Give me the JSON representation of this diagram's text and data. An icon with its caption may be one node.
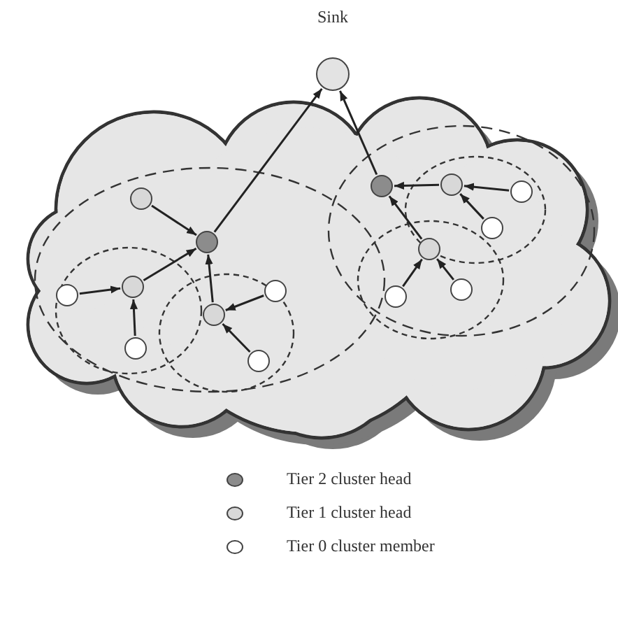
{
  "diagram": {
    "nodes": [
      {
        "text": [
          "Sink"
        ]
      },
      {
        "text": [],
        "shape": "circle"
      },
      {
        "text": [],
        "shape": "circle"
      },
      {
        "text": [],
        "shape": "circle"
      },
      {
        "text": [],
        "shape": "circle"
      },
      {
        "text": [],
        "shape": "circle"
      },
      {
        "text": [],
        "shape": "circle"
      },
      {
        "text": [],
        "shape": "circle"
      },
      {
        "text": [],
        "shape": "circle"
      },
      {
        "text": [],
        "shape": "circle"
      },
      {
        "text": [],
        "shape": "circle"
      },
      {
        "text": [],
        "shape": "circle"
      },
      {
        "text": [],
        "shape": "circle"
      },
      {
        "text": [],
        "shape": "circle"
      },
      {
        "text": [],
        "shape": "circle"
      },
      {
        "text": [],
        "shape": "circle"
      }
    ],
    "edges": [
      {
        "from": 1,
        "to": 0,
        "arrow": "to"
      },
      {
        "from": 9,
        "to": 0,
        "arrow": "to"
      },
      {
        "from": 2,
        "to": 1,
        "arrow": "to"
      },
      {
        "from": 3,
        "to": 1,
        "arrow": "to"
      },
      {
        "from": 4,
        "to": 3,
        "arrow": "to"
      },
      {
        "from": 5,
        "to": 3,
        "arrow": "to"
      },
      {
        "from": 6,
        "to": 1,
        "arrow": "to"
      },
      {
        "from": 7,
        "to": 6,
        "arrow": "to"
      },
      {
        "from": 8,
        "to": 6,
        "arrow": "to"
      },
      {
        "from": 10,
        "to": 9,
        "arrow": "to"
      },
      {
        "from": 11,
        "to": 10,
        "arrow": "to"
      },
      {
        "from": 12,
        "to": 10,
        "arrow": "to"
      },
      {
        "from": 13,
        "to": 9,
        "arrow": "to"
      },
      {
        "from": 14,
        "to": 13,
        "arrow": "to"
      },
      {
        "from": 15,
        "to": 13,
        "arrow": "to"
      }
    ],
    "legend": [
      {
        "text": "Tier 2 cluster head",
        "color": "#8c8c8c"
      },
      {
        "text": "Tier 1 cluster head",
        "color": "#d8d8d8"
      },
      {
        "text": "Tier 0 cluster member",
        "color": "#ffffff"
      }
    ]
  }
}
